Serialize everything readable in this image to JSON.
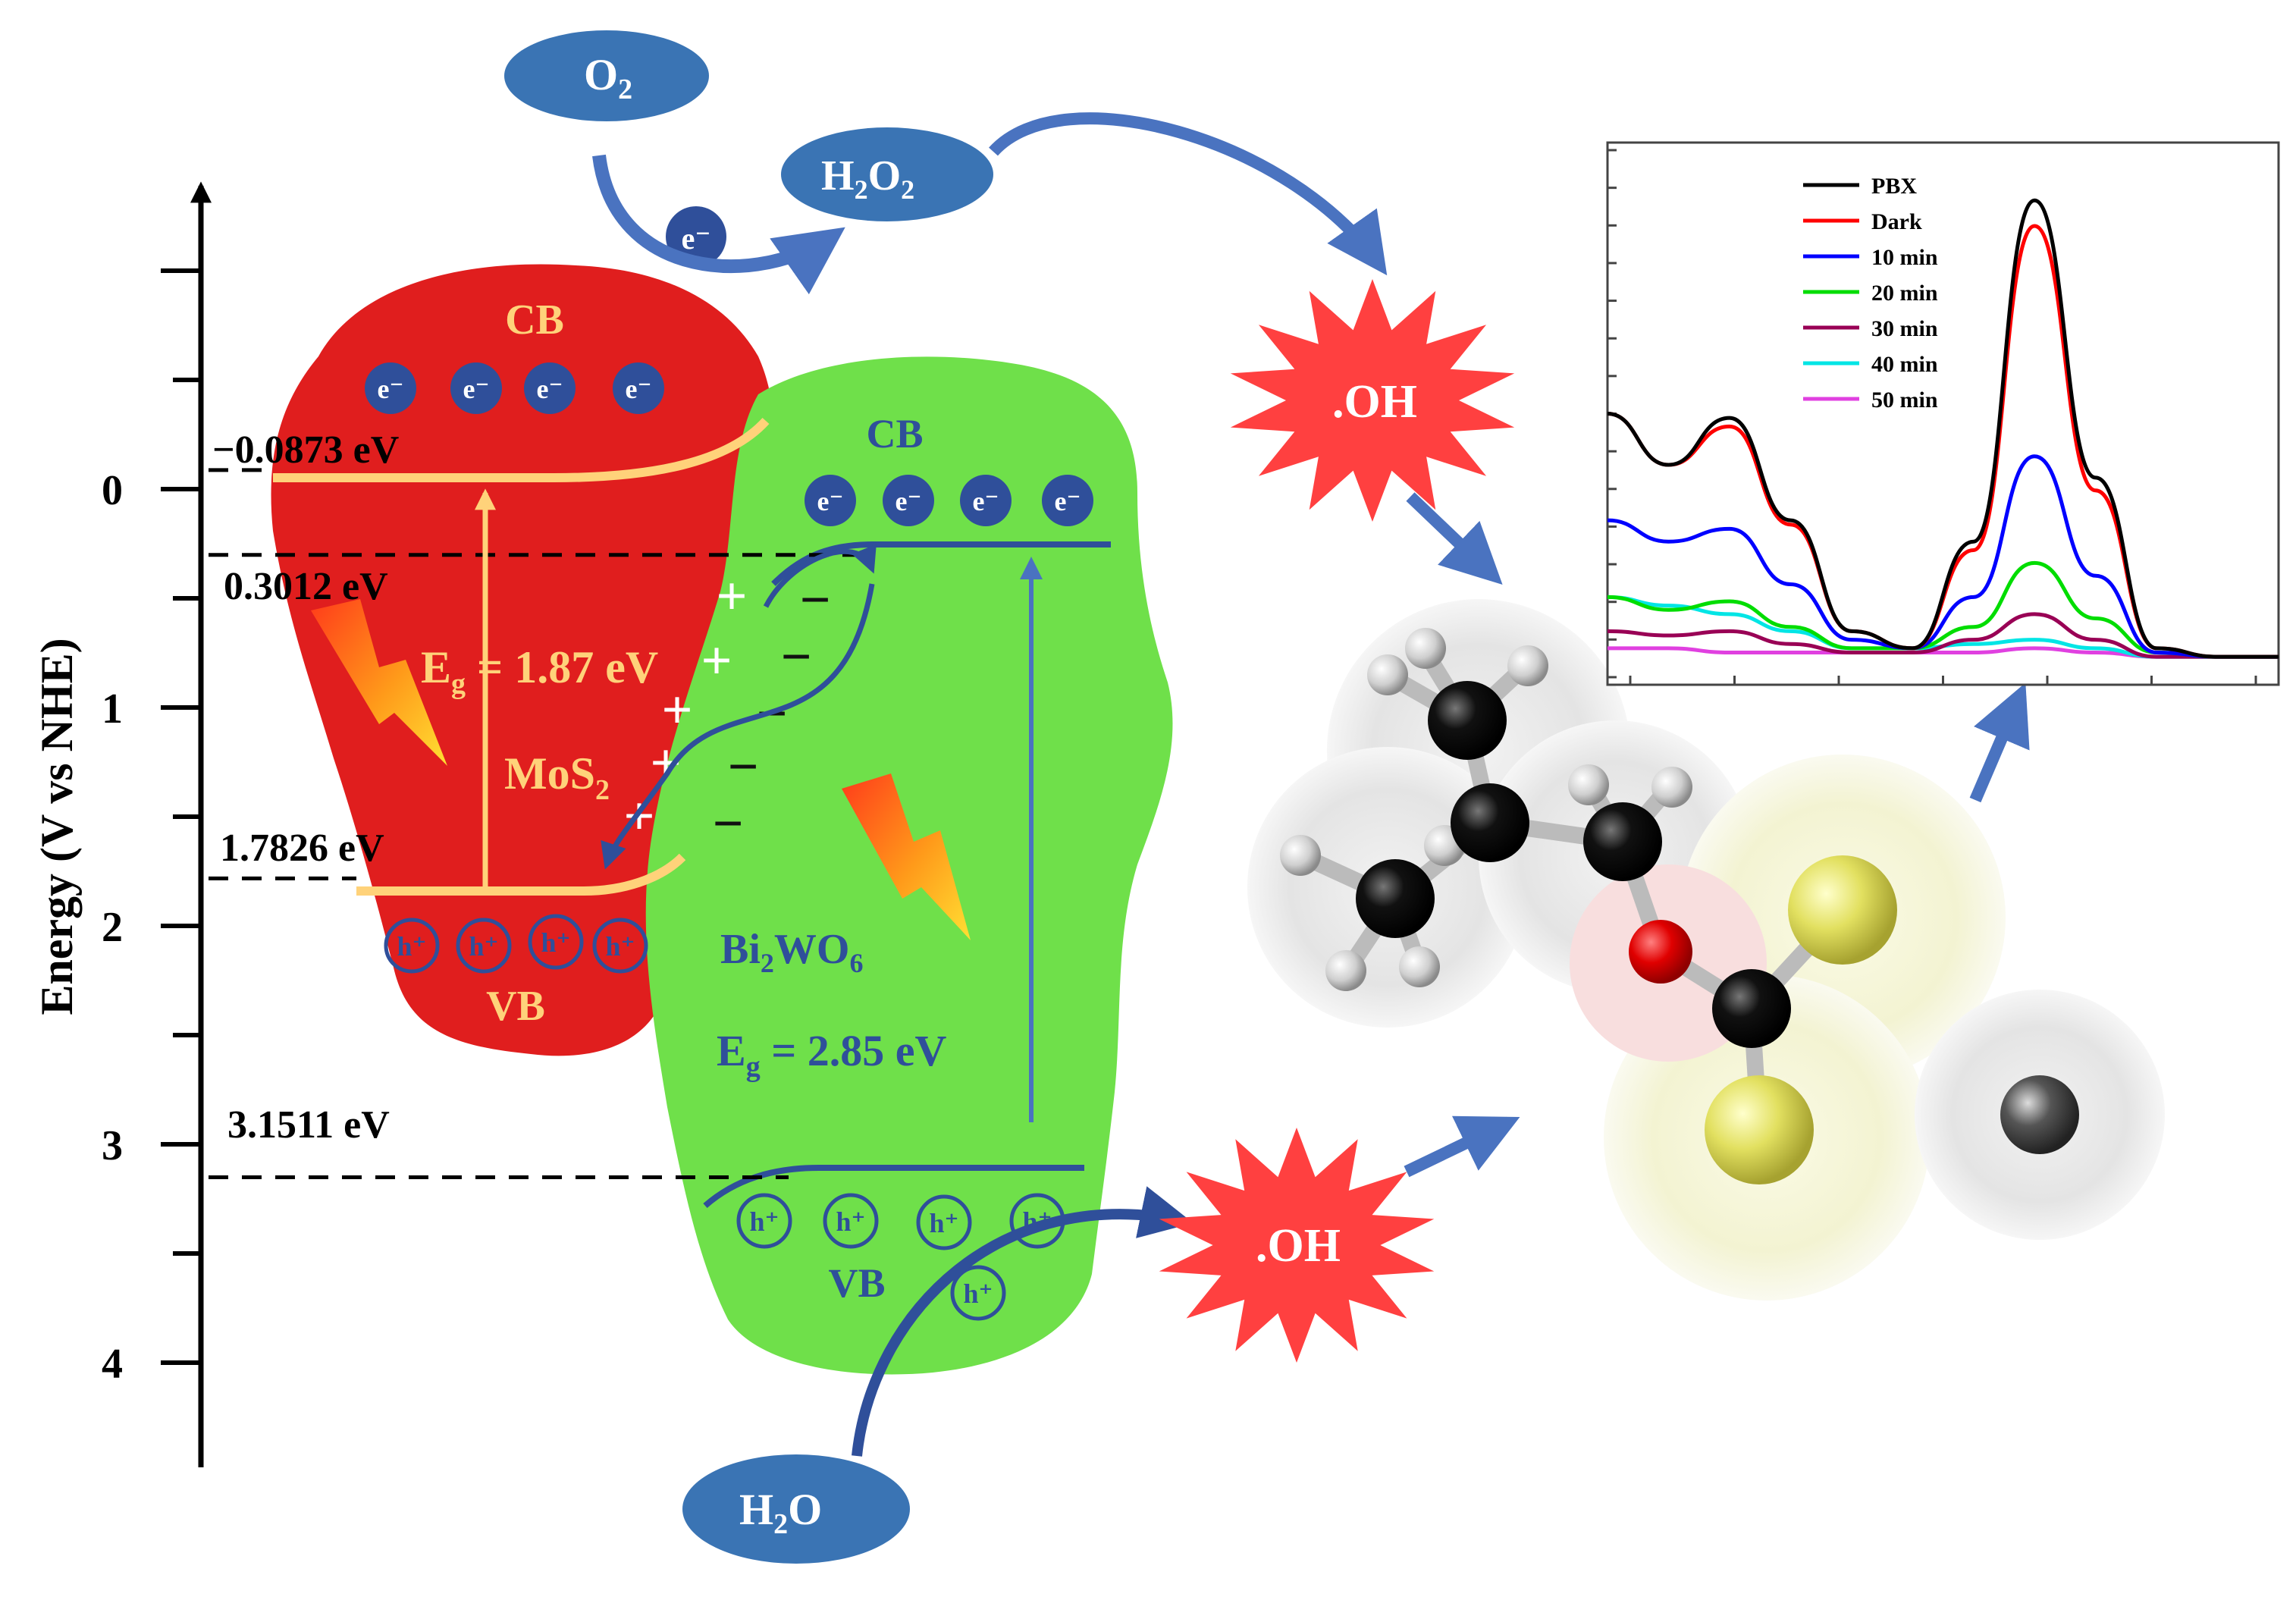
{
  "colors": {
    "mos2_fill": "#e01e1e",
    "bi2wo6_fill": "#6fe04a",
    "band_line_mos2": "#ffd27a",
    "band_line_bi2wo6": "#2f4f9a",
    "oval_fill": "#3a74b4",
    "oh_star_fill": "#ff4040",
    "arrow_blue": "#4a73c0",
    "label_yellow": "#ffd27a",
    "label_blue": "#2f4f9a"
  },
  "axis": {
    "title": "Energy (V vs NHE)",
    "ticks": [
      "0",
      "1",
      "2",
      "3",
      "4"
    ],
    "min": -1.4,
    "max": 4.5
  },
  "levels": {
    "mos2_cb": {
      "label": "−0.0873 eV",
      "value": -0.0873
    },
    "bi2wo6_cb": {
      "label": "0.3012 eV",
      "value": 0.3012
    },
    "mos2_vb": {
      "label": "1.7826 eV",
      "value": 1.7826
    },
    "bi2wo6_vb": {
      "label": "3.1511 eV",
      "value": 3.1511
    }
  },
  "mos2": {
    "cb_label": "CB",
    "vb_label": "VB",
    "name_main": "MoS",
    "name_sub": "2",
    "eg_prefix": "E",
    "eg_sub": "g",
    "eg_value": " = 1.87 eV"
  },
  "bi2wo6": {
    "cb_label": "CB",
    "vb_label": "VB",
    "name_parts": [
      "Bi",
      "2",
      "WO",
      "6"
    ],
    "eg_prefix": "E",
    "eg_sub": "g",
    "eg_value": " = 2.85 eV"
  },
  "carriers": {
    "electron": "e⁻",
    "hole": "h⁺",
    "plus": "+",
    "minus": "−"
  },
  "species": {
    "o2": {
      "main": "O",
      "sub": "2"
    },
    "h2o2": {
      "parts": [
        "H",
        "2",
        "O",
        "2"
      ]
    },
    "h2o": {
      "parts": [
        "H",
        "2",
        "O"
      ]
    },
    "oh": ".OH"
  },
  "chart_data": {
    "type": "line",
    "legend_position": "top-left",
    "x_ticks": 7,
    "y_ticks": 15,
    "series": [
      {
        "name": "PBX",
        "color": "#000000",
        "values": [
          0.6,
          0.48,
          0.59,
          0.35,
          0.09,
          0.05,
          0.3,
          1.1,
          0.45,
          0.05,
          0.03,
          0.03
        ]
      },
      {
        "name": "Dark",
        "color": "#ff0000",
        "values": [
          0.6,
          0.48,
          0.57,
          0.34,
          0.09,
          0.05,
          0.28,
          1.04,
          0.42,
          0.05,
          0.03,
          0.03
        ]
      },
      {
        "name": "10 min",
        "color": "#0000ff",
        "values": [
          0.35,
          0.3,
          0.33,
          0.2,
          0.07,
          0.05,
          0.17,
          0.5,
          0.22,
          0.04,
          0.03,
          0.03
        ]
      },
      {
        "name": "20 min",
        "color": "#00dd00",
        "values": [
          0.17,
          0.14,
          0.16,
          0.1,
          0.05,
          0.05,
          0.1,
          0.25,
          0.12,
          0.04,
          0.03,
          0.03
        ]
      },
      {
        "name": "30 min",
        "color": "#990055",
        "values": [
          0.09,
          0.08,
          0.09,
          0.06,
          0.04,
          0.04,
          0.07,
          0.13,
          0.07,
          0.03,
          0.03,
          0.03
        ]
      },
      {
        "name": "40 min",
        "color": "#00e5e5",
        "values": [
          0.17,
          0.15,
          0.13,
          0.09,
          0.05,
          0.05,
          0.06,
          0.07,
          0.05,
          0.03,
          0.03,
          0.03
        ]
      },
      {
        "name": "50 min",
        "color": "#e040e0",
        "values": [
          0.05,
          0.05,
          0.04,
          0.04,
          0.04,
          0.04,
          0.04,
          0.05,
          0.04,
          0.03,
          0.03,
          0.03
        ]
      }
    ],
    "ylim": [
      0,
      1.2
    ]
  }
}
